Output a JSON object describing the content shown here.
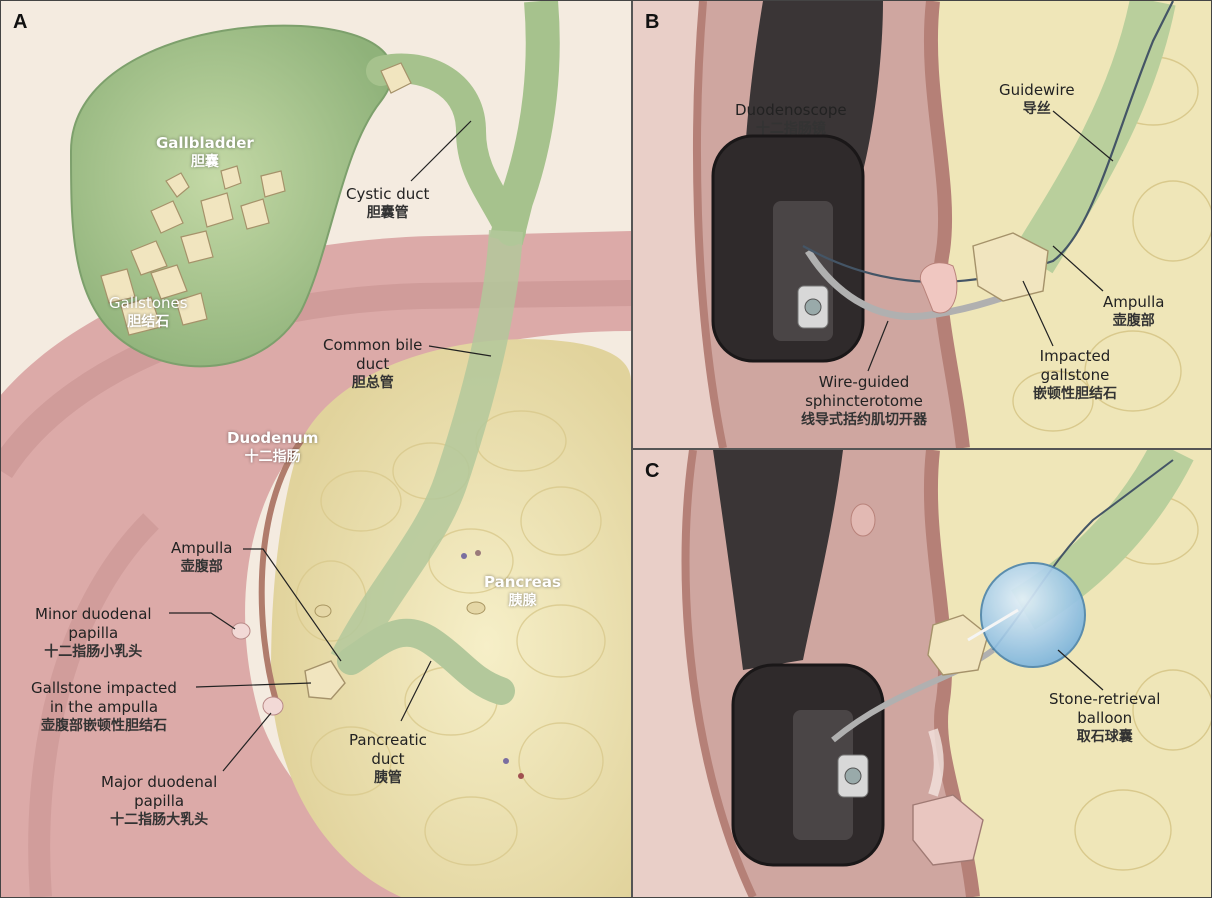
{
  "panels": {
    "a": {
      "letter": "A",
      "labels": {
        "gallbladder": {
          "en": "Gallbladder",
          "zh": "胆囊"
        },
        "gallstones": {
          "en": "Gallstones",
          "zh": "胆结石"
        },
        "cystic_duct": {
          "en": "Cystic duct",
          "zh": "胆囊管"
        },
        "common_bile_duct": {
          "en1": "Common bile",
          "en2": "duct",
          "zh": "胆总管"
        },
        "duodenum": {
          "en": "Duodenum",
          "zh": "十二指肠"
        },
        "pancreas": {
          "en": "Pancreas",
          "zh": "胰腺"
        },
        "ampulla": {
          "en": "Ampulla",
          "zh": "壶腹部"
        },
        "minor_papilla": {
          "en1": "Minor duodenal",
          "en2": "papilla",
          "zh": "十二指肠小乳头"
        },
        "gallstone_impacted": {
          "en1": "Gallstone impacted",
          "en2": "in the ampulla",
          "zh": "壶腹部嵌顿性胆结石"
        },
        "major_papilla": {
          "en1": "Major duodenal",
          "en2": "papilla",
          "zh": "十二指肠大乳头"
        },
        "pancreatic_duct": {
          "en1": "Pancreatic",
          "en2": "duct",
          "zh": "胰管"
        }
      }
    },
    "b": {
      "letter": "B",
      "labels": {
        "duodenoscope": {
          "en": "Duodenoscope",
          "zh": "十二指肠镜"
        },
        "guidewire": {
          "en": "Guidewire",
          "zh": "导丝"
        },
        "ampulla": {
          "en": "Ampulla",
          "zh": "壶腹部"
        },
        "impacted_gallstone": {
          "en1": "Impacted",
          "en2": "gallstone",
          "zh": "嵌顿性胆结石"
        },
        "sphincterotome": {
          "en1": "Wire-guided",
          "en2": "sphincterotome",
          "zh": "线导式括约肌切开器"
        }
      }
    },
    "c": {
      "letter": "C",
      "labels": {
        "balloon": {
          "en1": "Stone-retrieval",
          "en2": "balloon",
          "zh": "取石球囊"
        }
      }
    }
  },
  "colors": {
    "bile_green": "#b9cf9c",
    "duodenum_pink": "#d8a3a3",
    "pancreas_yellow": "#efe6b8",
    "scope_dark": "#3a3536",
    "balloon_blue": "#9fcbe8",
    "stone_cream": "#f1e5bf"
  }
}
